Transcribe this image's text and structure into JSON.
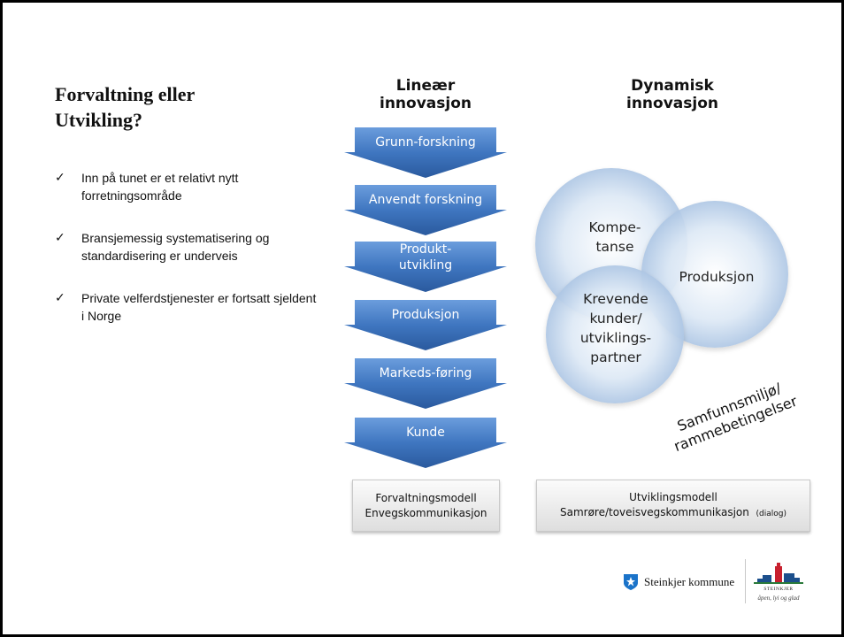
{
  "slide": {
    "title": "Forvaltning eller Utvikling?",
    "bullets": [
      "Inn på tunet er et relativt nytt forretningsområde",
      "Bransjemessig systematisering og standardisering er underveis",
      "Private velferdstjenester er fortsatt sjeldent i Norge"
    ]
  },
  "linear": {
    "heading_line1": "Lineær",
    "heading_line2": "innovasjon",
    "steps": [
      "Grunn-forskning",
      "Anvendt forskning",
      "Produkt-utvikling",
      "Produksjon",
      "Markeds-føring",
      "Kunde"
    ],
    "box_line1": "Forvaltningsmodell",
    "box_line2": "Envegskommunikasjon"
  },
  "dynamic": {
    "heading_line1": "Dynamisk",
    "heading_line2": "innovasjon",
    "circle1": "Kompe-tanse",
    "circle2": "Produksjon",
    "circle3": "Krevende kunder/ utviklings-partner",
    "context": "Samfunnsmiljø/ rammebetingelser",
    "box_line1": "Utviklingsmodell",
    "box_line2": "Samrøre/toveisvegskommunikasjon",
    "box_note": "(dialog)"
  },
  "footer": {
    "org_name": "Steinkjer kommune",
    "town_name": "STEINKJER",
    "tagline": "åpen, lyi og glad"
  },
  "colors": {
    "arrow_top": "#5b8fd3",
    "arrow_bottom": "#2d62a8",
    "circle": "#b7cde8",
    "coat_of_arms": "#1a73c9"
  },
  "icons": {
    "bullet": "check-icon",
    "org_logo": "coat-of-arms-icon",
    "town_logo": "skyline-logo"
  }
}
